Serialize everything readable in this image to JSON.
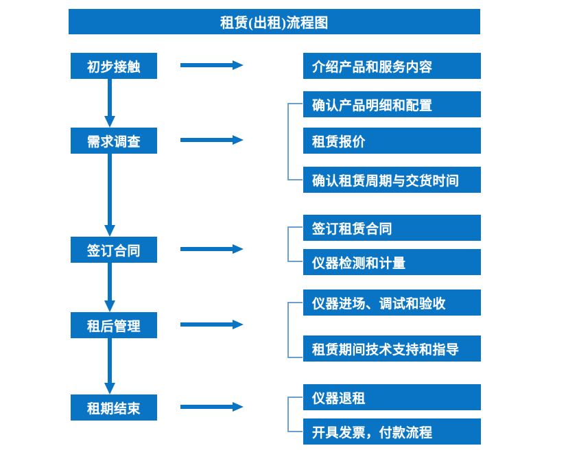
{
  "diagram": {
    "title": "租赁(出租)流程图",
    "colors": {
      "box_blue": "#0a74c4",
      "arrow_blue": "#0a74c4",
      "bracket_blue": "#6a9fd0",
      "text_white": "#ffffff",
      "background": "#ffffff"
    },
    "stages": [
      {
        "label": "初步接触"
      },
      {
        "label": "需求调查"
      },
      {
        "label": "签订合同"
      },
      {
        "label": "租后管理"
      },
      {
        "label": "租期结束"
      }
    ],
    "details": [
      {
        "label": "介绍产品和服务内容"
      },
      {
        "label": "确认产品明细和配置"
      },
      {
        "label": "租赁报价"
      },
      {
        "label": "确认租赁周期与交货时间"
      },
      {
        "label": "签订租赁合同"
      },
      {
        "label": "仪器检测和计量"
      },
      {
        "label": "仪器进场、调试和验收"
      },
      {
        "label": "租赁期间技术支持和指导"
      },
      {
        "label": "仪器退租"
      },
      {
        "label": "开具发票，付款流程"
      }
    ],
    "connectors": {
      "right_arrow_icon": "arrow-right-icon",
      "down_arrow_icon": "arrow-down-icon",
      "bracket_icon": "group-bracket-icon"
    }
  }
}
